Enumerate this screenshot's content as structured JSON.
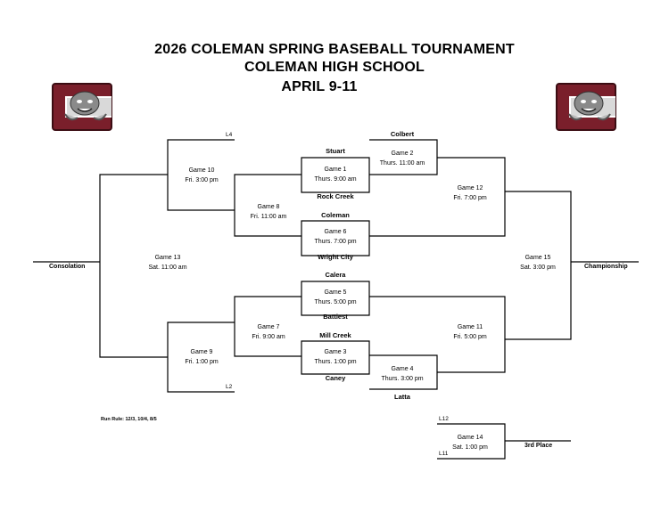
{
  "header": {
    "title1": "2026 COLEMAN SPRING BASEBALL TOURNAMENT",
    "title2": "COLEMAN HIGH SCHOOL",
    "dates": "APRIL 9-11"
  },
  "teams": {
    "stuart": "Stuart",
    "rock_creek": "Rock Creek",
    "coleman": "Coleman",
    "wright_city": "Wright City",
    "calera": "Calera",
    "battiest": "Battiest",
    "mill_creek": "Mill Creek",
    "caney": "Caney",
    "colbert": "Colbert",
    "latta": "Latta"
  },
  "games": {
    "g1": {
      "name": "Game 1",
      "time": "Thurs. 9:00 am"
    },
    "g2": {
      "name": "Game 2",
      "time": "Thurs. 11:00 am"
    },
    "g3": {
      "name": "Game 3",
      "time": "Thurs. 1:00 pm"
    },
    "g4": {
      "name": "Game 4",
      "time": "Thurs. 3:00 pm"
    },
    "g5": {
      "name": "Game 5",
      "time": "Thurs. 5:00 pm"
    },
    "g6": {
      "name": "Game 6",
      "time": "Thurs. 7:00 pm"
    },
    "g7": {
      "name": "Game 7",
      "time": "Fri. 9:00 am"
    },
    "g8": {
      "name": "Game 8",
      "time": "Fri. 11:00 am"
    },
    "g9": {
      "name": "Game 9",
      "time": "Fri. 1:00 pm"
    },
    "g10": {
      "name": "Game 10",
      "time": "Fri. 3:00 pm"
    },
    "g11": {
      "name": "Game 11",
      "time": "Fri. 5:00 pm"
    },
    "g12": {
      "name": "Game 12",
      "time": "Fri. 7:00 pm"
    },
    "g13": {
      "name": "Game 13",
      "time": "Sat. 11:00 am"
    },
    "g14": {
      "name": "Game 14",
      "time": "Sat. 1:00 pm"
    },
    "g15": {
      "name": "Game 15",
      "time": "Sat. 3:00 pm"
    }
  },
  "labels": {
    "l4": "L4",
    "l2": "L2",
    "l12": "L12",
    "l11": "L11",
    "consolation": "Consolation",
    "championship": "Championship",
    "third_place": "3rd Place",
    "run_rule": "Run Rule: 12/3, 10/4, 8/5"
  },
  "colors": {
    "logo_maroon": "#7a1f2b",
    "logo_gray": "#8a8a8a",
    "line": "#000000"
  },
  "icons": [
    "panther-c-logo-left",
    "panther-c-logo-right"
  ]
}
